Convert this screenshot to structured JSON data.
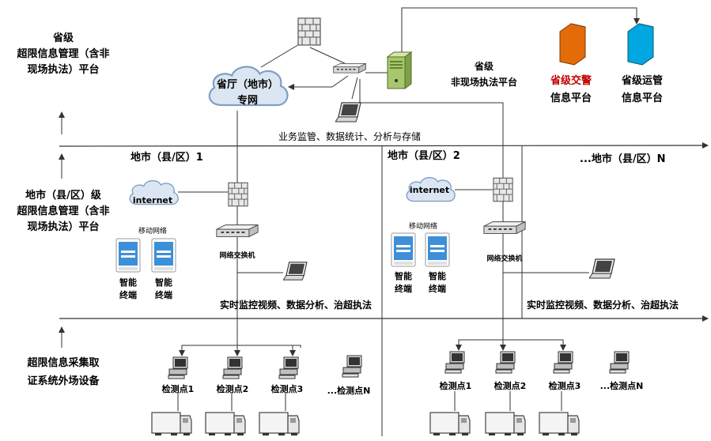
{
  "left_labels": {
    "province": [
      "省级",
      "超限信息管理（含非",
      "现场执法）平台"
    ],
    "city": [
      "地市（县/区）级",
      "超限信息管理（含非",
      "现场执法）平台"
    ],
    "field": [
      "超限信息采集取",
      "证系统外场设备"
    ]
  },
  "province": {
    "cloud_label": [
      "省厅（地市）",
      "专网"
    ],
    "nonsite_platform": [
      "省级",
      "非现场执法平台"
    ],
    "traffic_police_platform": [
      "省级交警",
      "信息平台"
    ],
    "transport_platform": [
      "省级运管",
      "信息平台"
    ],
    "business_line": "业务监管、数据统计、分析与存储",
    "colors": {
      "traffic_police": "#E36C09",
      "transport": "#00A7E1"
    }
  },
  "regions": [
    {
      "title": "地市（县/区）1",
      "internet": "internet",
      "mobile": "移动网络",
      "terminals": [
        "智能",
        "终端"
      ],
      "switch": "网络交换机",
      "monitor": "实时监控视频、数据分析、治超执法",
      "stations": [
        "检测点1",
        "检测点2",
        "检测点3",
        "...检测点N"
      ]
    },
    {
      "title": "地市（县/区）2",
      "internet": "internet",
      "mobile": "移动网络",
      "terminals": [
        "智能",
        "终端"
      ],
      "switch": "网络交换机",
      "monitor": "实时监控视频、数据分析、治超执法",
      "stations": [
        "检测点1",
        "检测点2",
        "检测点3",
        "...检测点N"
      ]
    },
    {
      "title": "...地市（县/区）N"
    }
  ]
}
